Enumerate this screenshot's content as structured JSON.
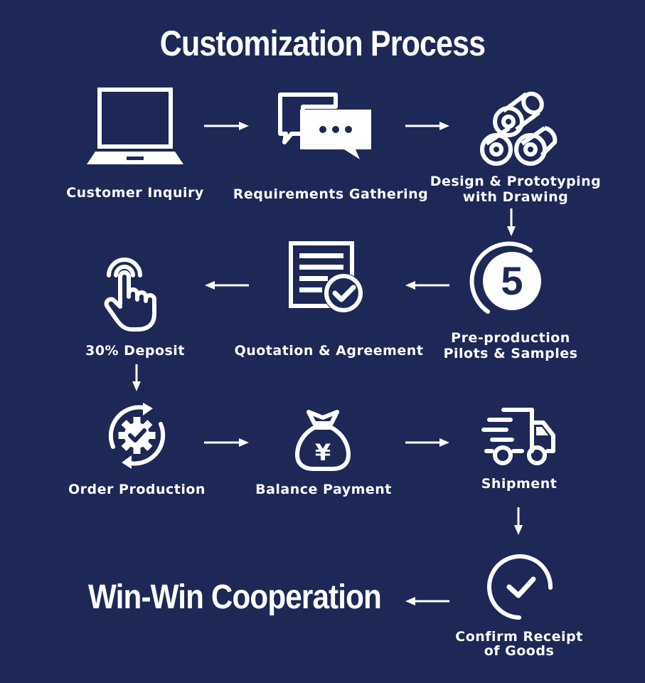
{
  "title": "Customization Process",
  "steps": [
    {
      "label": "Customer Inquiry",
      "icon": "laptop-icon"
    },
    {
      "label": "Requirements Gathering",
      "icon": "chat-bubbles-icon"
    },
    {
      "label": "Design & Prototyping",
      "label2": "with Drawing",
      "icon": "material-rolls-icon"
    },
    {
      "label": "Pre-production",
      "label2": "Pilots & Samples",
      "icon": "number-five-icon",
      "badge": "5"
    },
    {
      "label": "Quotation & Agreement",
      "icon": "document-check-icon"
    },
    {
      "label": "30% Deposit",
      "icon": "pointing-hand-icon"
    },
    {
      "label": "Order Production",
      "icon": "gear-cycle-icon"
    },
    {
      "label": "Balance Payment",
      "icon": "money-bag-icon",
      "symbol": "¥"
    },
    {
      "label": "Shipment",
      "icon": "delivery-truck-icon"
    },
    {
      "label": "Confirm Receipt",
      "label2": "of Goods",
      "icon": "check-circle-icon"
    }
  ],
  "final": "Win-Win Cooperation",
  "colors": {
    "background": "#1d2856",
    "foreground": "#ffffff"
  }
}
